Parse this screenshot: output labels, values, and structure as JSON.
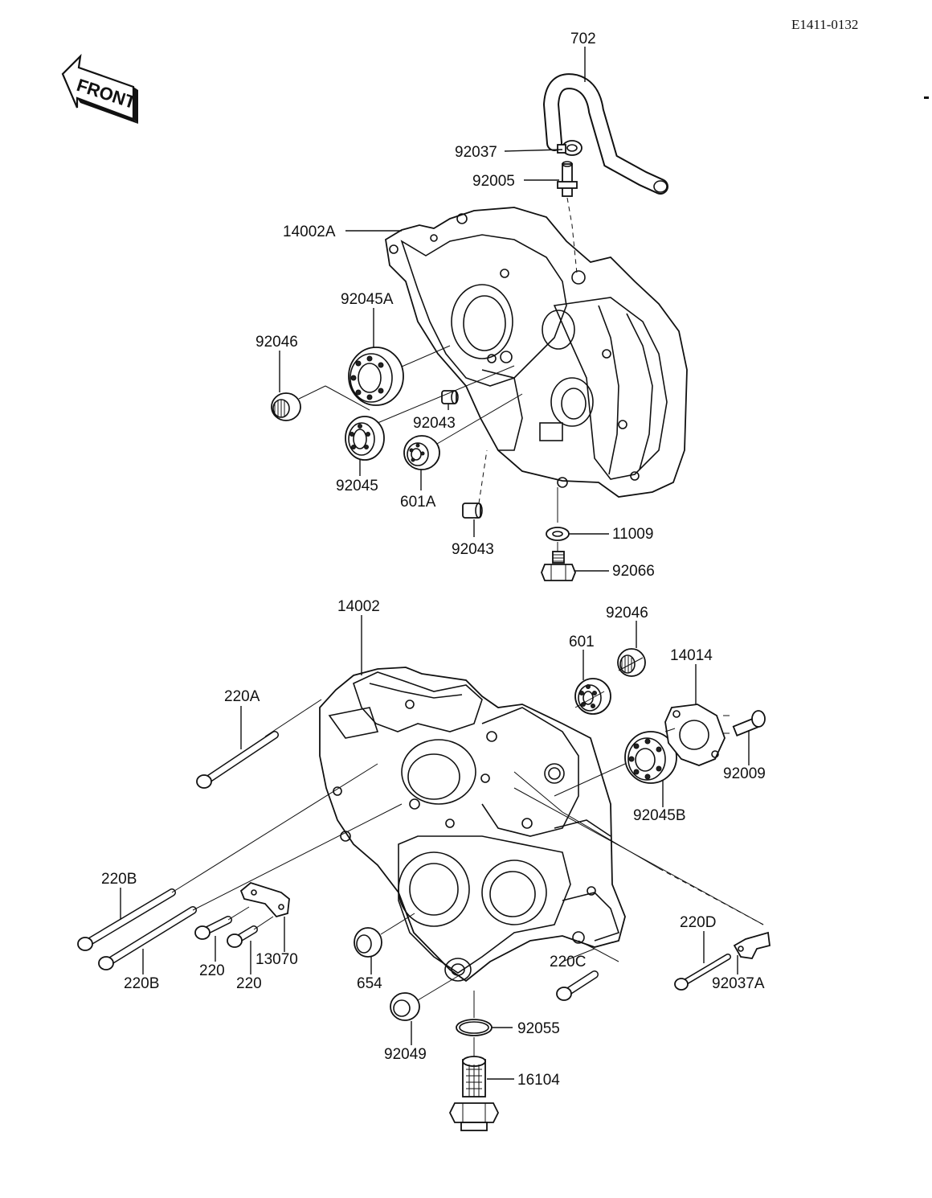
{
  "document": {
    "code": "E1411-0132",
    "front_label": "FRONT"
  },
  "callouts": {
    "c702": "702",
    "c92037": "92037",
    "c92005": "92005",
    "c14002A": "14002A",
    "c92045A": "92045A",
    "c92046_top": "92046",
    "c92043_a": "92043",
    "c92045": "92045",
    "c601A": "601A",
    "c92043_b": "92043",
    "c11009": "11009",
    "c92066": "92066",
    "c14002": "14002",
    "c92046_bot": "92046",
    "c601": "601",
    "c14014": "14014",
    "c220A": "220A",
    "c92009": "92009",
    "c92045B": "92045B",
    "c220B_a": "220B",
    "c220B_b": "220B",
    "c220_a": "220",
    "c220_b": "220",
    "c13070": "13070",
    "c654": "654",
    "c220C": "220C",
    "c220D": "220D",
    "c92037A": "92037A",
    "c92055": "92055",
    "c92049": "92049",
    "c16104": "16104"
  }
}
